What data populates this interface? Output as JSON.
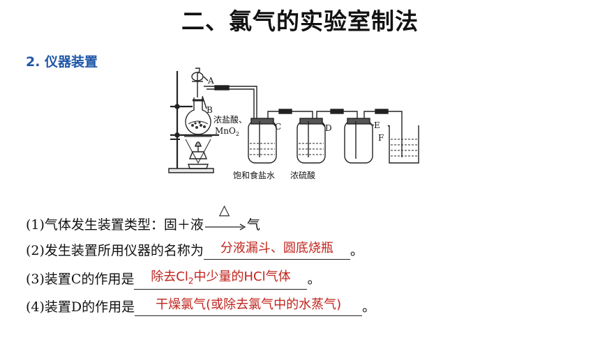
{
  "title": "二、氯气的实验室制法",
  "section": "2. 仪器装置",
  "diagram": {
    "labels": {
      "A": "A",
      "B": "B",
      "C": "C",
      "D": "D",
      "E": "E",
      "F": "F",
      "reagent1": "浓盐酸、",
      "reagent2": "MnO",
      "reagent2_sub": "2",
      "bottle1": "饱和食盐水",
      "bottle2": "浓硫酸"
    }
  },
  "questions": [
    {
      "prefix": "(1)气体发生装置类型：固＋液",
      "arrow_symbol": "△",
      "suffix": "气"
    },
    {
      "prefix": "(2)发生装置所用仪器的名称为",
      "answer": "分液漏斗、圆底烧瓶",
      "suffix": "。"
    },
    {
      "prefix": "(3)装置C的作用是",
      "answer_a": "除去Cl",
      "answer_sub": "2",
      "answer_b": "中少量的HCl气体",
      "suffix": "。"
    },
    {
      "prefix": "(4)装置D的作用是",
      "answer": "干燥氯气(或除去氯气中的水蒸气)",
      "suffix": "。"
    }
  ]
}
